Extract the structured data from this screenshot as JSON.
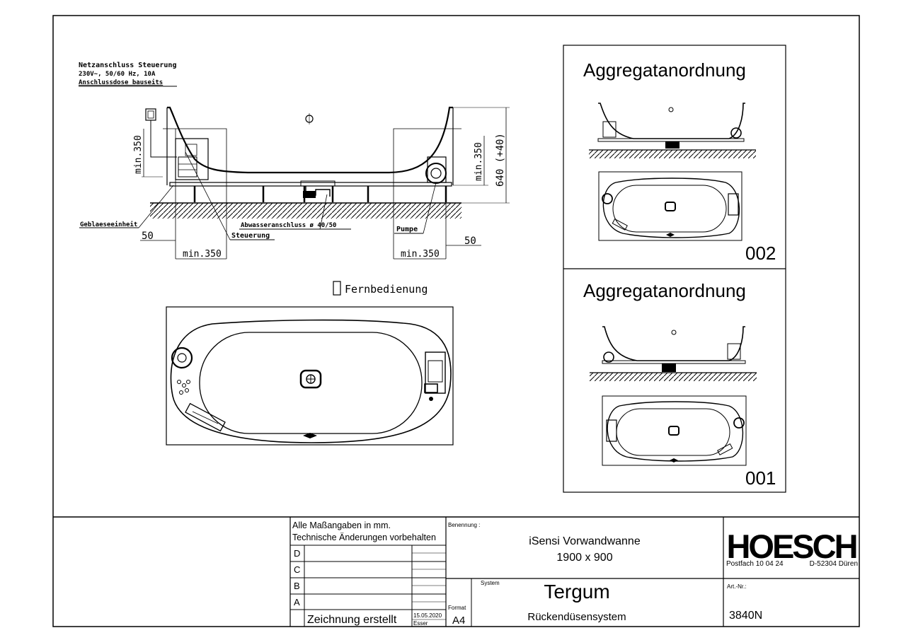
{
  "drawing": {
    "elevation": {
      "power_title": "Netzanschluss Steuerung",
      "power_spec": "230V~, 50/60 Hz, 10A",
      "power_box": "Anschlussdose bauseits",
      "blower_label": "Geblaeseeinheit",
      "control_label": "Steuerung",
      "drain_label": "Abwasseranschluss ø 40/50",
      "pump_label": "Pumpe",
      "dim_min350_left_vertical": "min.350",
      "dim_min350_right_vertical": "min.350",
      "dim_height": "640 (+40)",
      "dim_50_left": "50",
      "dim_50_right": "50",
      "dim_min350_left_bottom": "min.350",
      "dim_min350_right_bottom": "min.350"
    },
    "remote_label": "Fernbedienung"
  },
  "variants": [
    {
      "title": "Aggregatanordnung",
      "code": "002"
    },
    {
      "title": "Aggregatanordnung",
      "code": "001"
    }
  ],
  "title_block": {
    "note_line1": "Alle Maßangaben in mm.",
    "note_line2": "Technische Änderungen vorbehalten",
    "revisions": [
      "D",
      "C",
      "B",
      "A"
    ],
    "created_label": "Zeichnung erstellt",
    "created_date": "15.05.2020",
    "created_by": "Esser",
    "format_label": "Format",
    "format_value": "A4",
    "benennung_label": "Benennung :",
    "product_name": "iSensi Vorwandwanne",
    "product_size": "1900 x 900",
    "system_label": "System",
    "system_name": "Tergum",
    "system_desc": "Rückendüsensystem",
    "brand": "HOESCH",
    "address_postfach": "Postfach 10 04 24",
    "address_city": "D-52304 Düren",
    "art_label": "Art.-Nr.:",
    "art_number": "3840N"
  }
}
